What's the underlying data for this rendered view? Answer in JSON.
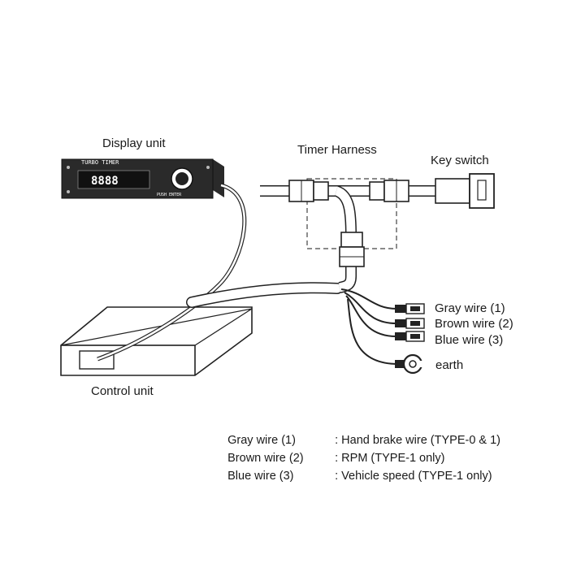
{
  "labels": {
    "display_unit": "Display unit",
    "timer_harness": "Timer Harness",
    "key_switch": "Key switch",
    "control_unit": "Control unit",
    "gray_wire": "Gray wire (1)",
    "brown_wire": "Brown wire (2)",
    "blue_wire": "Blue wire (3)",
    "earth": "earth"
  },
  "display": {
    "brand": "TURBO TIMER",
    "digits": "8888",
    "button_text": "PUSH ENTER"
  },
  "legend": [
    {
      "wire": "Gray wire (1)",
      "desc": ": Hand brake wire (TYPE-0 & 1)"
    },
    {
      "wire": "Brown wire (2)",
      "desc": ": RPM (TYPE-1 only)"
    },
    {
      "wire": "Blue wire (3)",
      "desc": ": Vehicle speed (TYPE-1 only)"
    }
  ]
}
